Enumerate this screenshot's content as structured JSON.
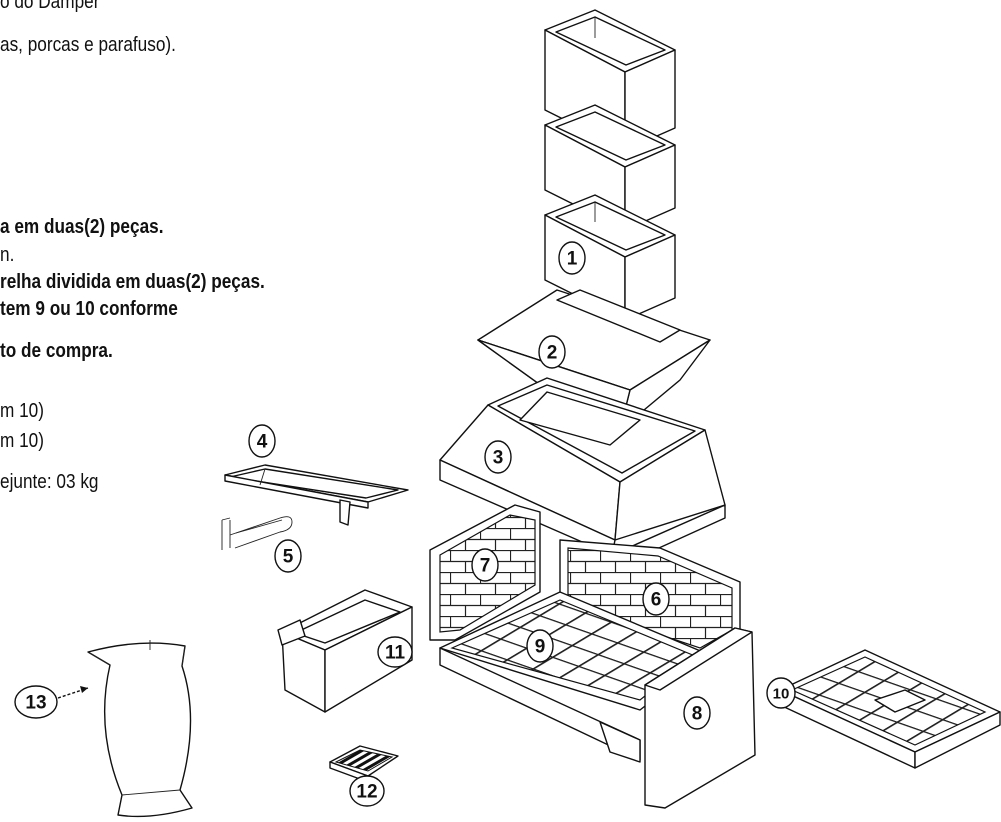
{
  "text_lines": [
    {
      "id": "l0",
      "text": "o do Damper",
      "bold": false
    },
    {
      "id": "l1",
      "text": "as, porcas e parafuso).",
      "bold": false
    },
    {
      "id": "l2",
      "text": "a em duas(2) peças.",
      "bold": true
    },
    {
      "id": "l3",
      "text": "n.",
      "bold": false
    },
    {
      "id": "l4",
      "text": "relha dividida em duas(2) peças.",
      "bold": true
    },
    {
      "id": "l5",
      "text": "tem 9 ou 10 conforme",
      "bold": true
    },
    {
      "id": "l6",
      "text": "to de compra.",
      "bold": true
    },
    {
      "id": "l7",
      "text": "m 10)",
      "bold": false
    },
    {
      "id": "l8",
      "text": "m 10)",
      "bold": false
    },
    {
      "id": "l9",
      "text": "ejunte: 03 kg",
      "bold": false
    }
  ],
  "labels": {
    "p1": "1",
    "p2": "2",
    "p3": "3",
    "p4": "4",
    "p5": "5",
    "p6": "6",
    "p7": "7",
    "p8": "8",
    "p9": "9",
    "p10": "10",
    "p11": "11",
    "p12": "12",
    "p13": "13"
  },
  "colors": {
    "line": "#111111",
    "background": "#ffffff"
  }
}
